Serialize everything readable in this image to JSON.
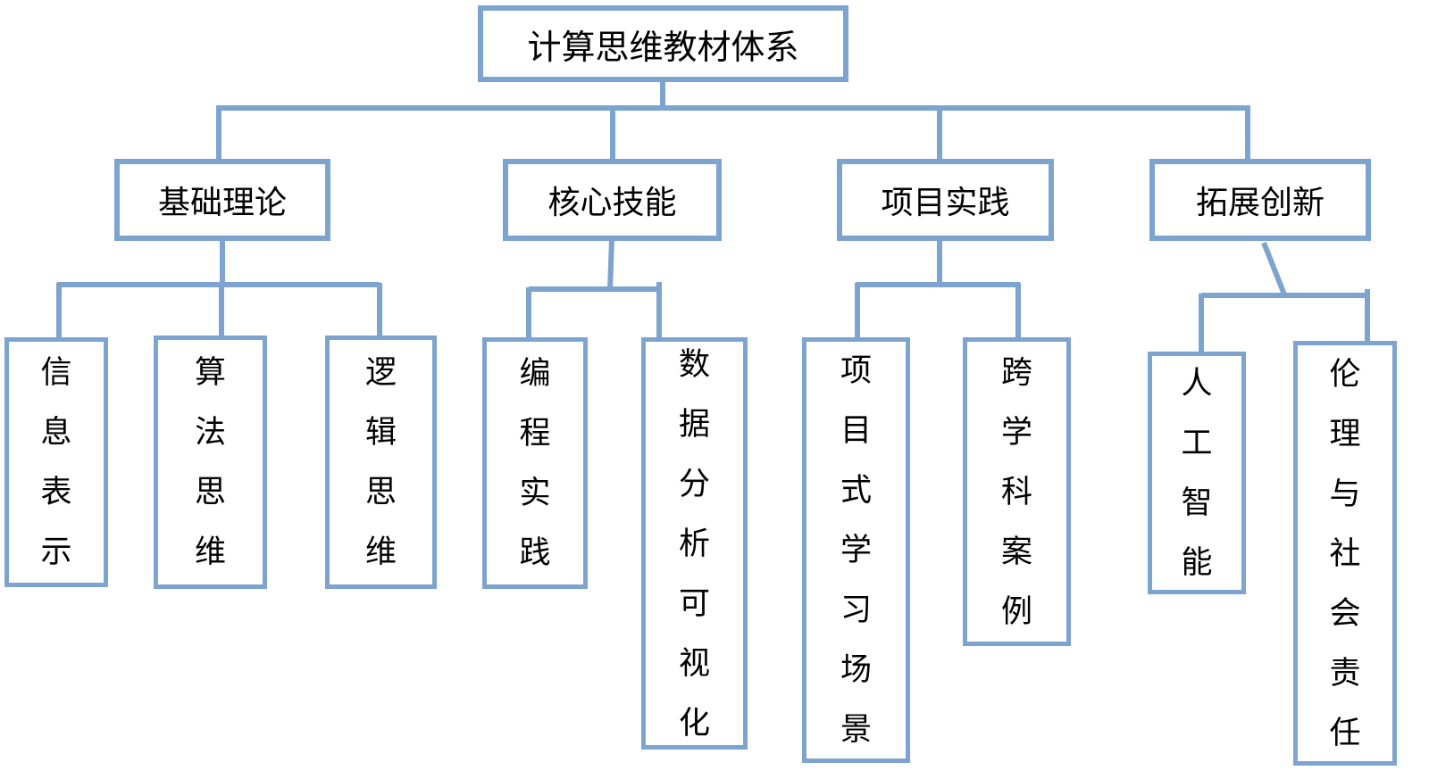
{
  "diagram": {
    "root": {
      "label": "计算思维教材体系"
    },
    "branches": [
      {
        "label": "基础理论",
        "children": [
          "信息表示",
          "算法思维",
          "逻辑思维"
        ]
      },
      {
        "label": "核心技能",
        "children": [
          "编程实践",
          "数据分析可视化"
        ]
      },
      {
        "label": "项目实践",
        "children": [
          "项目式学习场景",
          "跨学科案例"
        ]
      },
      {
        "label": "拓展创新",
        "children": [
          "人工智能",
          "伦理与社会责任"
        ]
      }
    ],
    "colors": {
      "line": "#7DA3CF",
      "text": "#000000",
      "background": "#FFFFFF"
    }
  }
}
